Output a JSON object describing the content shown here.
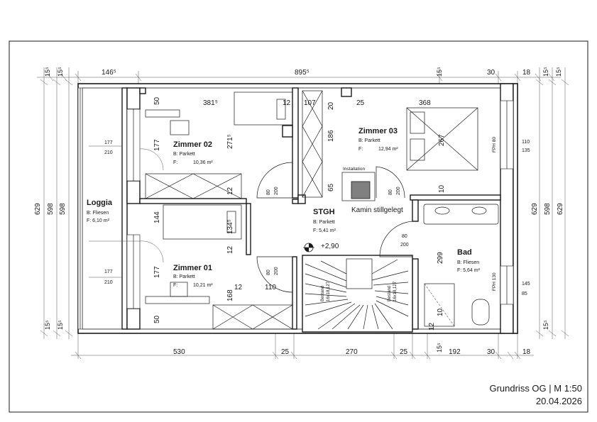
{
  "title_block": {
    "title": "Grundriss OG | M 1:50",
    "date": "20.04.2026"
  },
  "rooms": {
    "zimmer02": {
      "name": "Zimmer 02",
      "floor": "B: Parkett",
      "area_label": "F:",
      "area": "10,36 m²"
    },
    "zimmer03": {
      "name": "Zimmer 03",
      "floor": "B: Parkett",
      "area_label": "F:",
      "area": "12,94 m²"
    },
    "zimmer01": {
      "name": "Zimmer 01",
      "floor": "B: Parkett",
      "area_label": "F:",
      "area": "10,21 m²"
    },
    "loggia": {
      "name": "Loggia",
      "floor": "B: Fliesen",
      "area": "F:  6,10 m²"
    },
    "stgh": {
      "name": "STGH",
      "floor": "B: Parkett",
      "area": "F: 5,41 m²"
    },
    "bad": {
      "name": "Bad",
      "floor": "B: Fliesen",
      "area": "F: 5,64 m²"
    }
  },
  "labels": {
    "installation": "Installation",
    "kamin": "Kamin stillgelegt",
    "level": "+2,90",
    "bestand_left": "Bestand",
    "bestand_left_dim": "16x18,127",
    "bestand_right": "Bestand",
    "bestand_right_dim": "16x18,127",
    "fph_top": "FPH 80",
    "fph_bottom": "FPH 130"
  },
  "dims_top": {
    "a": "146⁵",
    "b": "895⁵",
    "c": "15⁵",
    "d": "30",
    "e": "18",
    "left1": "15⁵",
    "left2": "15⁵",
    "right1": "15⁵"
  },
  "dims_bottom": {
    "a": "530",
    "b": "25",
    "c": "270",
    "d": "25",
    "e": "15⁵",
    "f": "192",
    "g": "30",
    "h": "18"
  },
  "dims_left": {
    "outer": "629",
    "mid": "598",
    "inner": "598",
    "b1": "15⁵",
    "b2": "15⁵"
  },
  "dims_right": {
    "outer": "629",
    "mid": "598",
    "inner": "629",
    "b1": "15⁵",
    "b2": "15⁵",
    "t1": "15⁵",
    "t2": "15⁵"
  },
  "window_dims": {
    "loggia_top_w": "177",
    "loggia_top_h": "210",
    "loggia_bot_w": "177",
    "loggia_bot_h": "210",
    "z03_w": "110",
    "z03_h": "135",
    "bad_w": "145",
    "bad_h": "85"
  },
  "inner_dims": {
    "z02_50": "50",
    "z02_381": "381⁵",
    "z02_12": "12",
    "z02_177": "177",
    "z02_2715": "271⁵",
    "z02_12b": "12",
    "door_z02_w": "80",
    "door_z02_h": "200",
    "z03_107": "107",
    "z03_20": "20",
    "z03_25": "25",
    "z03_368": "368",
    "z03_186": "186",
    "z03_267": "267",
    "z03_65": "65",
    "z03_10": "10",
    "door_z03_w": "80",
    "door_z03_h": "200",
    "z01_144": "144",
    "z01_1345": "134⁵",
    "z01_12": "12",
    "z01_177": "177",
    "z01_168": "168",
    "z01_12b": "12",
    "z01_110": "110",
    "z01_50": "50",
    "door_z01_w": "80",
    "door_z01_h": "200",
    "door_bad_w": "80",
    "door_bad_h": "200",
    "bad_299": "299",
    "bad_10": "10",
    "bad_12": "12"
  }
}
